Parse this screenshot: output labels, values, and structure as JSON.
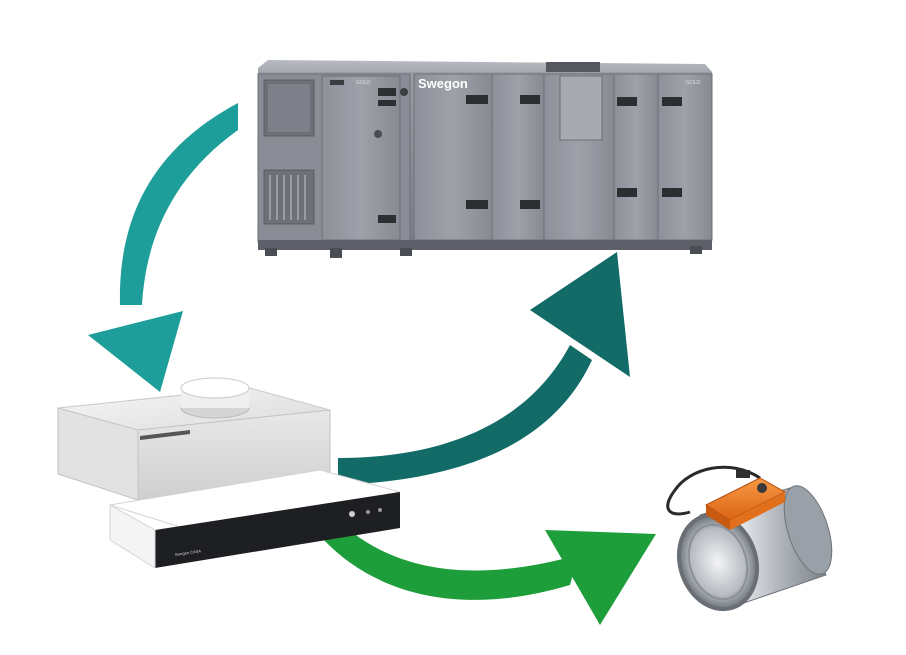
{
  "ahu": {
    "brand_label": "Swegon",
    "badge_left": "GOLD",
    "badge_right": "GOLD"
  },
  "terminal": {
    "label": "Swegon CASA"
  },
  "colors": {
    "arrow_teal": "#1e9e9a",
    "arrow_dark_teal": "#136b68",
    "arrow_green": "#1e9e3a",
    "unit_gray": "#858891",
    "unit_dark": "#5d6068",
    "actuator_orange": "#f07a22"
  },
  "icons": [
    "curved-arrow",
    "air-handling-unit",
    "ventilation-terminal",
    "damper-with-actuator"
  ]
}
